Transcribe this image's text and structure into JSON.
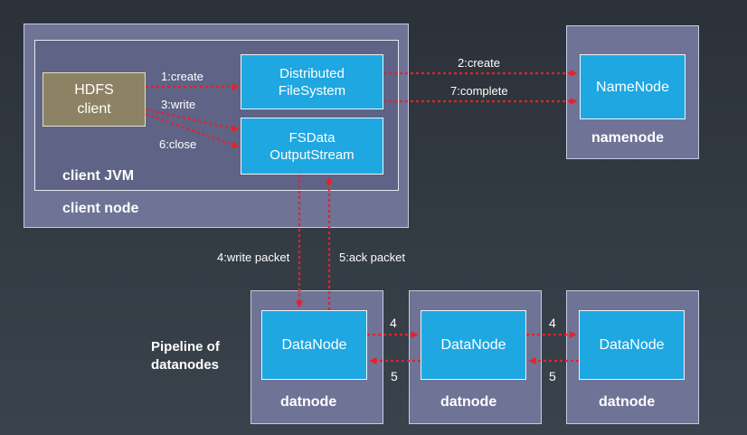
{
  "client": {
    "node_label": "client node",
    "jvm_label": "client JVM",
    "hdfs_client": "HDFS\nclient",
    "dfs": "Distributed\nFileSystem",
    "fsdos": "FSData\nOutputStream"
  },
  "namenode": {
    "box": "NameNode",
    "host_label": "namenode"
  },
  "datanodes": [
    {
      "box": "DataNode",
      "host_label": "datnode"
    },
    {
      "box": "DataNode",
      "host_label": "datnode"
    },
    {
      "box": "DataNode",
      "host_label": "datnode"
    }
  ],
  "pipeline_label": "Pipeline of\ndatanodes",
  "steps": {
    "create_client": "1:create",
    "write_client": "3:write",
    "close_client": "6:close",
    "create_namenode": "2:create",
    "complete_namenode": "7:complete",
    "write_packet": "4:write packet",
    "ack_packet": "5:ack packet",
    "fwd_1": "4",
    "ack_1": "5",
    "fwd_2": "4",
    "ack_2": "5"
  },
  "colors": {
    "arrow": "#e8202a",
    "blue": "#1ea7e1",
    "tan": "#8d8263",
    "node_bg": "#6f7396"
  }
}
